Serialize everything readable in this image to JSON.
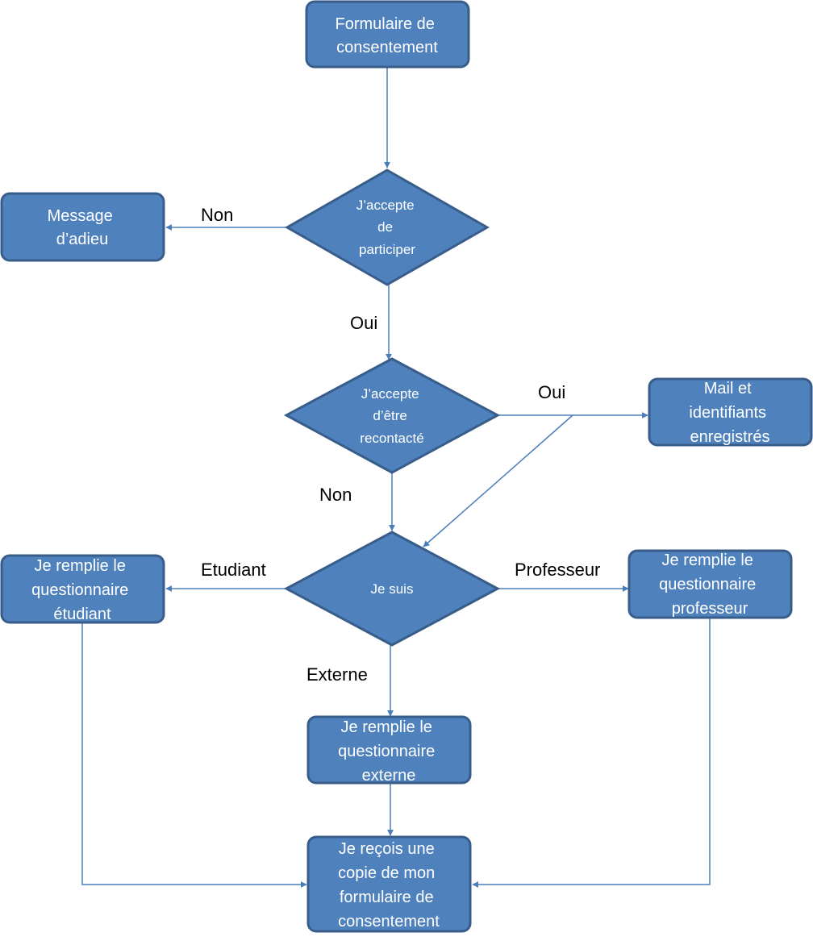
{
  "nodes": {
    "consent_form": {
      "lines": [
        "Formulaire de",
        "consentement"
      ]
    },
    "goodbye": {
      "lines": [
        "Message",
        "d’adieu"
      ]
    },
    "accept_participate": {
      "lines": [
        "J’accepte",
        "de",
        "participer"
      ]
    },
    "accept_contact": {
      "lines": [
        "J’accepte",
        "d’être",
        "recontacté"
      ]
    },
    "mail_saved": {
      "lines": [
        "Mail et",
        "identifiants",
        "enregistrés"
      ]
    },
    "i_am": {
      "lines": [
        "Je suis"
      ]
    },
    "student_form": {
      "lines": [
        "Je remplie le",
        "questionnaire",
        "étudiant"
      ]
    },
    "professor_form": {
      "lines": [
        "Je remplie le",
        "questionnaire",
        "professeur"
      ]
    },
    "external_form": {
      "lines": [
        "Je remplie le",
        "questionnaire",
        "externe"
      ]
    },
    "copy_received": {
      "lines": [
        "Je reçois une",
        "copie de mon",
        "formulaire de",
        "consentement"
      ]
    }
  },
  "edge_labels": {
    "non_participate": "Non",
    "oui_participate": "Oui",
    "oui_contact": "Oui",
    "non_contact": "Non",
    "etudiant": "Etudiant",
    "professeur": "Professeur",
    "externe": "Externe"
  },
  "colors": {
    "fill": "#4f81bd",
    "stroke": "#385d8a",
    "line": "#4a7ebb",
    "text": "#ffffff",
    "label": "#000000"
  }
}
